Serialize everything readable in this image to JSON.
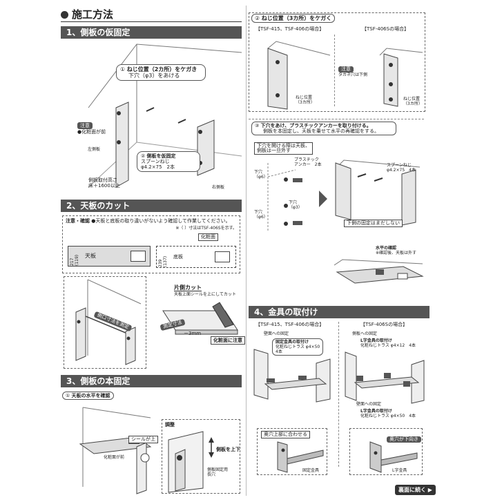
{
  "title": "施工方法",
  "sections": {
    "s1": "1、側板の仮固定",
    "s2": "2、天板のカット",
    "s3": "3、側板の本固定",
    "s4": "4、金具の取付け"
  },
  "s1": {
    "callout_num": "①",
    "callout_l1": "ねじ位置（2カ所）をケガき",
    "callout_l2": "下穴（φ3）をあける",
    "chui": "注意",
    "chui_sub": "●化粧面が前",
    "left_panel": "左側板",
    "right_panel": "右側板",
    "step2_num": "②",
    "step2_title": "側板を仮固定",
    "step2_l1": "スプーンねじ",
    "step2_l2": "φ4.2×75　2本",
    "height_l1": "側板取付高さ",
    "height_l2": "床＋1600以上"
  },
  "s2": {
    "note_title": "注意・確認",
    "note_text": "●天板と底板の取り違いがないよう確認して作業してください。",
    "note_sub": "※（ ）寸法はTSF-406Sを示す。",
    "warn_badge": "化粧面",
    "top_dim": "217 (119)",
    "top_label": "天板",
    "bottom_dim": "239 (137)",
    "bottom_label": "底板",
    "board_label": "側口寸法を測定",
    "katagawa_title": "片側カット",
    "katagawa_sub": "天板上面シールを上にしてカット",
    "cut_label": "測定寸法",
    "mm_label": "－3mm",
    "face_note": "化粧面に注意"
  },
  "s3": {
    "step_num": "①",
    "step_title": "天板の水平を確認",
    "seal": "シールが上",
    "face": "化粧面が前",
    "adjust": "調整",
    "up_down": "側板を上下",
    "hole_l1": "側板固定用",
    "hole_l2": "長穴"
  },
  "r2": {
    "step_num": "②",
    "step_title": "ねじ位置（3カ所）をケガく",
    "left_model": "【TSF-415、TSF-406の場合】",
    "right_model": "【TSF-406Sの場合】",
    "left_pos_l1": "ねじ位置",
    "left_pos_l2": "（3カ所）",
    "chui": "注意",
    "chui_sub": "タガネ穴は下側",
    "right_pos_l1": "ねじ位置",
    "right_pos_l2": "（3カ所）"
  },
  "r3": {
    "step_num": "③",
    "step_l1": "下穴をあけ、プラスチックアンカーを取り付ける。",
    "step_l2": "側板を本固定し、天板を乗せて水平の再確認をする。",
    "note_l1": "下穴を開ける際は天板、",
    "note_l2": "側板は一旦外す",
    "hole6a_l1": "下穴",
    "hole6a_l2": "（φ6）",
    "anchor_l1": "プラスチック",
    "anchor_l2": "アンカー　2本",
    "hole3_l1": "下穴",
    "hole3_l2": "（φ3）",
    "hole6b_l1": "下穴",
    "hole6b_l2": "（φ6）",
    "screw_l1": "スプーンねじ",
    "screw_l2": "φ4.2×75　4本",
    "bottom_note": "下側の固定はまだしない",
    "level_l1": "水平の確認",
    "level_l2": "※確認後、天板は外す"
  },
  "s4": {
    "left_model": "【TSF-415、TSF-406の場合】",
    "right_model": "【TSF-406Sの場合】",
    "wall_fix": "壁面への固定",
    "fix_title": "固定金具の取付け",
    "fix_l1": "化粧ねじトラス φ4×50",
    "fix_l2": "4本",
    "side_fix": "側板への固定",
    "l_title": "L字金具の取付け",
    "l_sub": "化粧ねじトラス φ4×12　4本",
    "wall_fix2": "壁面への固定",
    "l_title2": "L字金具の取付け",
    "l_sub2": "化粧ねじトラス φ4×50　4本",
    "align": "奥穴上部に合わせる",
    "fix_metal": "固定金具",
    "down": "奥穴が下向き",
    "l_metal": "L字金具"
  },
  "footer": "裏面に続く"
}
